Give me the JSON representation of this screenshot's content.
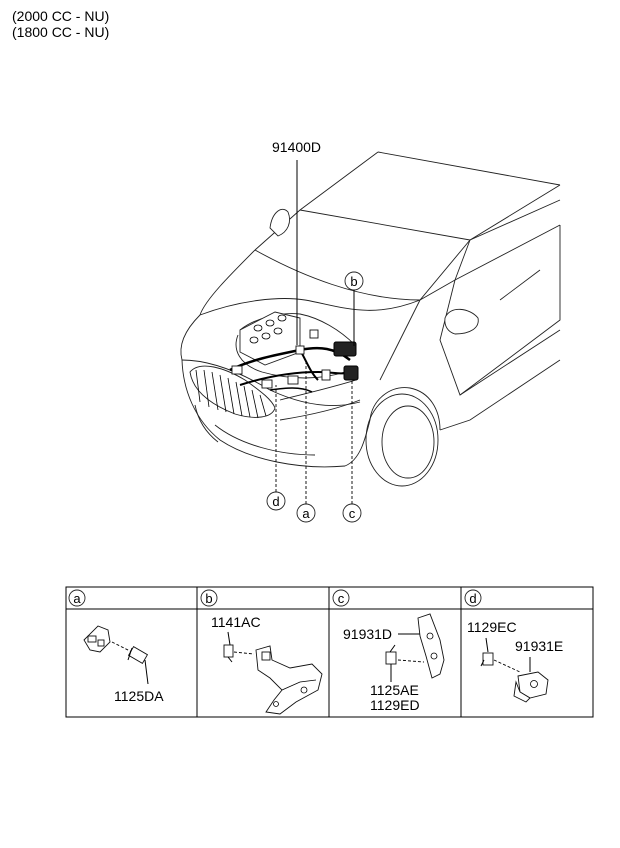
{
  "header": {
    "line1": "(2000 CC - NU)",
    "line2": "(1800 CC - NU)"
  },
  "main_diagram": {
    "part_number": "91400D",
    "callouts": {
      "a": "a",
      "b": "b",
      "c": "c",
      "d": "d"
    }
  },
  "detail_table": {
    "cells": [
      {
        "key": "a",
        "parts": [
          "1125DA"
        ]
      },
      {
        "key": "b",
        "parts": [
          "1141AC"
        ]
      },
      {
        "key": "c",
        "parts": [
          "91931D",
          "1125AE",
          "1129ED"
        ]
      },
      {
        "key": "d",
        "parts": [
          "1129EC",
          "91931E"
        ]
      }
    ]
  }
}
